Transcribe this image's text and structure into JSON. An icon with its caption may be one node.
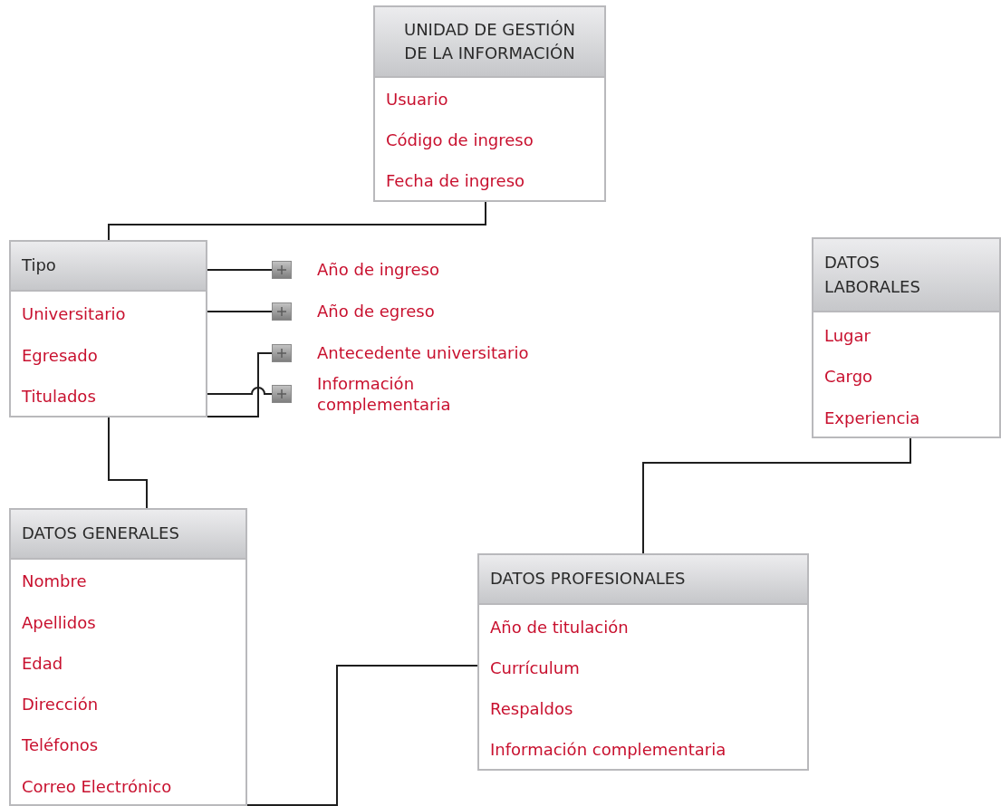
{
  "diagram": {
    "nodes": [
      {
        "text": [
          "UNIDAD DE GESTIÓN DE LA INFORMACIÓN"
        ]
      },
      {
        "text": [
          "Usuario"
        ],
        "in": 0
      },
      {
        "text": [
          "Código de ingreso"
        ],
        "in": 0
      },
      {
        "text": [
          "Fecha de ingreso"
        ],
        "in": 0
      },
      {
        "text": [
          "Tipo"
        ]
      },
      {
        "text": [
          "Universitario"
        ],
        "in": 4
      },
      {
        "text": [
          "Egresado"
        ],
        "in": 4
      },
      {
        "text": [
          "Titulados"
        ],
        "in": 4
      },
      {
        "text": [
          "Año de ingreso"
        ]
      },
      {
        "text": [
          "Año de egreso"
        ]
      },
      {
        "text": [
          "Antecedente universitario"
        ]
      },
      {
        "text": [
          "Información complementaria"
        ]
      },
      {
        "text": [
          "DATOS LABORALES"
        ]
      },
      {
        "text": [
          "Lugar"
        ],
        "in": 12
      },
      {
        "text": [
          "Cargo"
        ],
        "in": 12
      },
      {
        "text": [
          "Experiencia"
        ],
        "in": 12
      },
      {
        "text": [
          "DATOS GENERALES"
        ]
      },
      {
        "text": [
          "Nombre"
        ],
        "in": 16
      },
      {
        "text": [
          "Apellidos"
        ],
        "in": 16
      },
      {
        "text": [
          "Edad"
        ],
        "in": 16
      },
      {
        "text": [
          "Dirección"
        ],
        "in": 16
      },
      {
        "text": [
          "Teléfonos"
        ],
        "in": 16
      },
      {
        "text": [
          "Correo Electrónico"
        ],
        "in": 16
      },
      {
        "text": [
          "DATOS PROFESIONALES"
        ]
      },
      {
        "text": [
          "Año de titulación"
        ],
        "in": 23
      },
      {
        "text": [
          "Currículum"
        ],
        "in": 23
      },
      {
        "text": [
          "Respaldos"
        ],
        "in": 23
      },
      {
        "text": [
          "Información complementaria"
        ],
        "in": 23
      }
    ],
    "edges": [
      {
        "from": 0,
        "to": 4,
        "arrow": "none"
      },
      {
        "from": 4,
        "to": 8,
        "arrow": "none"
      },
      {
        "from": 5,
        "to": 9,
        "arrow": "none"
      },
      {
        "from": 7,
        "to": 11,
        "arrow": "none"
      },
      {
        "from": 4,
        "to": 10,
        "arrow": "none"
      },
      {
        "from": 4,
        "to": 16,
        "arrow": "none"
      },
      {
        "from": 12,
        "to": 23,
        "arrow": "none"
      },
      {
        "from": 16,
        "to": 25,
        "arrow": "none"
      }
    ]
  }
}
